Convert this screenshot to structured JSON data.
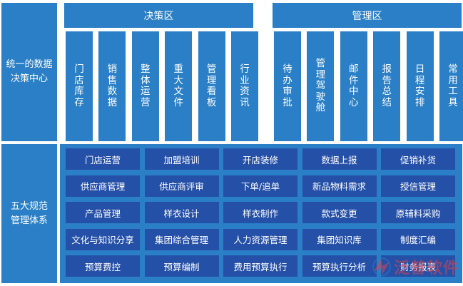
{
  "side_labels": {
    "top": "统一的数据\n决策中心",
    "bottom": "五大规范\n管理体系"
  },
  "decision_zone": {
    "title": "决策区",
    "items": [
      "门店库存",
      "销售数据",
      "整体运营",
      "重大文件",
      "管理看板",
      "行业资讯"
    ]
  },
  "management_zone": {
    "title": "管理区",
    "items": [
      "待办审批",
      "管理驾驶舱",
      "邮件中心",
      "报告总结",
      "日程安排",
      "常用工具"
    ]
  },
  "grid": [
    [
      "门店运营",
      "加盟培训",
      "开店装修",
      "数据上报",
      "促销补货"
    ],
    [
      "供应商管理",
      "供应商评审",
      "下单/追单",
      "新品物料需求",
      "授信管理"
    ],
    [
      "产品管理",
      "样衣设计",
      "样衣制作",
      "款式变更",
      "原辅料采购"
    ],
    [
      "文化与知识分享",
      "集团综合管理",
      "人力资源管理",
      "集团知识库",
      "制度汇编"
    ],
    [
      "预算费控",
      "预算编制",
      "费用预算执行",
      "预算执行分析",
      "财务报表"
    ]
  ],
  "watermark": {
    "text": "泛普软件",
    "logo_icon": "fanpu-logo-icon"
  },
  "colors": {
    "light_blue": "#2a7fc6",
    "dark_blue": "#2550a8",
    "watermark_red": "#d9434f"
  }
}
